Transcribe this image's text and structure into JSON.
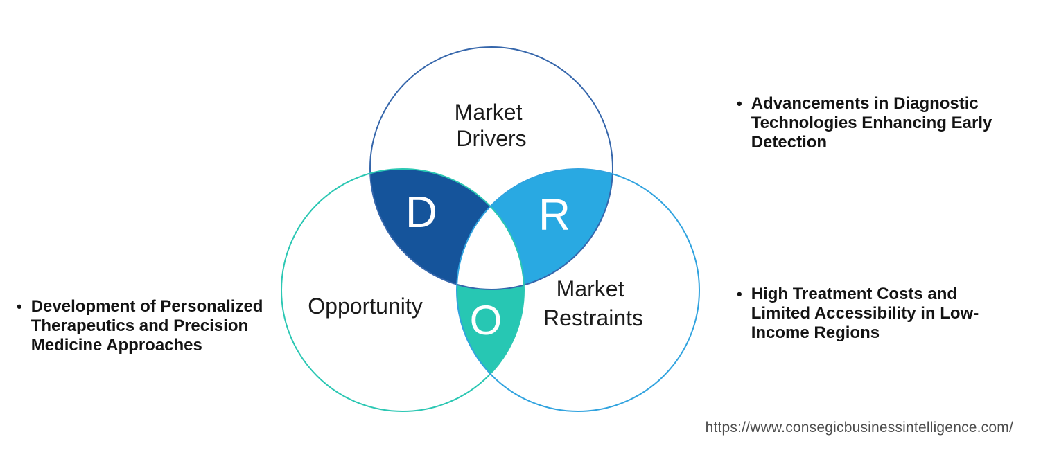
{
  "venn": {
    "label_color": "#1b1b1b",
    "letter_color": "#ffffff",
    "circles": [
      {
        "name": "market-drivers",
        "lines": [
          "Market",
          "Drivers"
        ],
        "outline_color": "#3566ab"
      },
      {
        "name": "opportunity",
        "lines": [
          "Opportunity"
        ],
        "outline_color": "#2bc7b3"
      },
      {
        "name": "market-restraints",
        "lines": [
          "Market",
          "Restraints"
        ],
        "outline_color": "#31a3df"
      }
    ],
    "intersections": [
      {
        "name": "drivers-opportunity",
        "letter": "D",
        "fill_color": "#15549b"
      },
      {
        "name": "drivers-restraints",
        "letter": "R",
        "fill_color": "#29a9e2"
      },
      {
        "name": "opportunity-restraints",
        "letter": "O",
        "fill_color": "#27c7b3"
      }
    ]
  },
  "notes": {
    "bullet": "•",
    "left": {
      "lines": [
        "Development of Personalized",
        "Therapeutics and Precision",
        "Medicine Approaches"
      ]
    },
    "right_top": {
      "lines": [
        "Advancements in Diagnostic",
        "Technologies Enhancing Early",
        "Detection"
      ]
    },
    "right_bottom": {
      "lines": [
        "High Treatment Costs and",
        "Limited Accessibility in Low-",
        "Income Regions"
      ]
    }
  },
  "footer": {
    "url": "https://www.consegicbusinessintelligence.com/"
  }
}
